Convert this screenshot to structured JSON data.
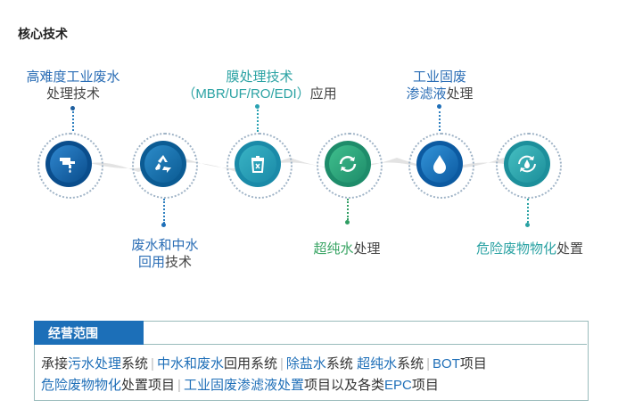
{
  "title": "核心技术",
  "nodes": [
    {
      "icon": "faucet-icon",
      "c1": "#0a4d8c",
      "c2": "#2f87cf"
    },
    {
      "icon": "recycle-icon",
      "c1": "#0b5b93",
      "c2": "#2c8bc9"
    },
    {
      "icon": "trash-bin-icon",
      "c1": "#1a8aa8",
      "c2": "#39b3c4"
    },
    {
      "icon": "cycle-arrows-icon",
      "c1": "#1e8c6a",
      "c2": "#3fbf8d"
    },
    {
      "icon": "water-drop-icon",
      "c1": "#0c5aa1",
      "c2": "#3293d8"
    },
    {
      "icon": "recycle-drop-icon",
      "c1": "#1c8f9b",
      "c2": "#45bec1"
    }
  ],
  "labels": {
    "n1_line1": "高难度工业废水",
    "n1_line2": "处理技术",
    "n2_line1": "废水和中水",
    "n2_line2_a": "回用",
    "n2_line2_b": "技术",
    "n3_line1": "膜处理技术",
    "n3_line2_a": "（MBR/UF/RO/EDI）",
    "n3_line2_b": "应用",
    "n4_a": "超纯水",
    "n4_b": "处理",
    "n5_line1": "工业固废",
    "n5_line2_a": "渗滤液",
    "n5_line2_b": "处理",
    "n6_a": "危险废物物化",
    "n6_b": "处置"
  },
  "scope": {
    "heading": "经营范围",
    "line1": [
      {
        "t": "承接",
        "c": "n"
      },
      {
        "t": "污水处理",
        "c": "b"
      },
      {
        "t": "系统",
        "c": "n"
      },
      {
        "t": "|",
        "c": "s"
      },
      {
        "t": "中水和废水",
        "c": "b"
      },
      {
        "t": "回用系统",
        "c": "n"
      },
      {
        "t": "|",
        "c": "s"
      },
      {
        "t": "除盐水",
        "c": "b"
      },
      {
        "t": "系统",
        "c": "n"
      },
      {
        "t": " ",
        "c": "n"
      },
      {
        "t": "超纯水",
        "c": "b"
      },
      {
        "t": "系统",
        "c": "n"
      },
      {
        "t": "|",
        "c": "s"
      },
      {
        "t": "BOT",
        "c": "b"
      },
      {
        "t": "项目",
        "c": "n"
      }
    ],
    "line2": [
      {
        "t": "危险废物物化",
        "c": "b"
      },
      {
        "t": "处置项目",
        "c": "n"
      },
      {
        "t": "|",
        "c": "s"
      },
      {
        "t": "工业固废渗滤液处置",
        "c": "b"
      },
      {
        "t": "项目以及各类",
        "c": "n"
      },
      {
        "t": "EPC",
        "c": "b"
      },
      {
        "t": "项目",
        "c": "n"
      }
    ]
  }
}
